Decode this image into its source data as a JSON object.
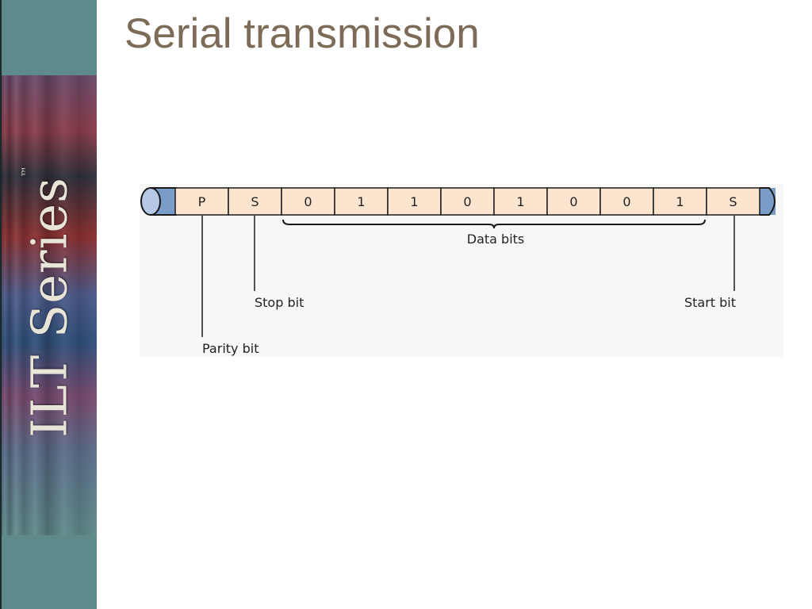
{
  "title": "Serial transmission",
  "sidebar": {
    "logo_text": "ILT Series",
    "logo_mark": "™"
  },
  "diagram": {
    "bits": [
      "P",
      "S",
      "0",
      "1",
      "1",
      "0",
      "1",
      "0",
      "0",
      "1",
      "S"
    ],
    "labels": {
      "data_bits": "Data bits",
      "stop_bit": "Stop bit",
      "start_bit": "Start bit",
      "parity_bit": "Parity bit"
    },
    "colors": {
      "cell_fill": "#fbe5cf",
      "cap_fill": "#7a9cc8",
      "end_fill": "#b5c9e6",
      "stroke": "#1a1a1a"
    }
  }
}
